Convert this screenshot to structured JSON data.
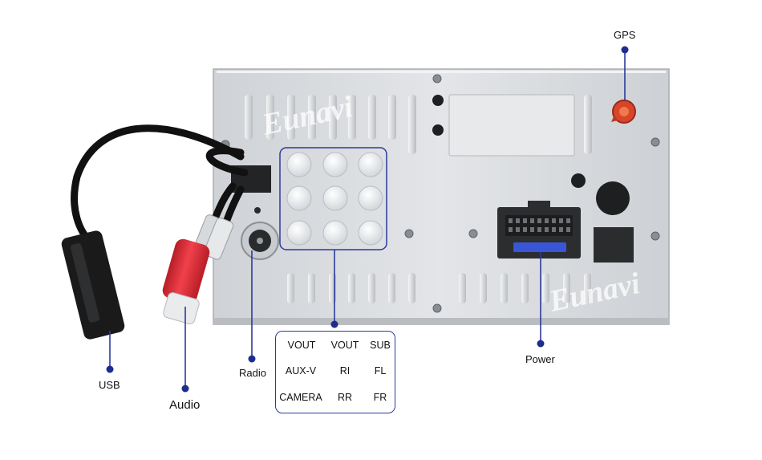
{
  "labels": {
    "gps": "GPS",
    "usb": "USB",
    "audio": "Audio",
    "radio": "Radio",
    "power": "Power"
  },
  "watermark": "Eunavi",
  "av_port_table": [
    [
      "VOUT",
      "VOUT",
      "SUB"
    ],
    [
      "AUX-V",
      "RI",
      "FL"
    ],
    [
      "CAMERA",
      "RR",
      "FR"
    ]
  ],
  "colors": {
    "callout_line": "#2b3b9a",
    "callout_dot": "#1f2c8f",
    "panel": "#d9dbde",
    "rca_red": "#e0303a",
    "gps_connector": "#d8452a",
    "power_fuse": "#3a56d8"
  }
}
